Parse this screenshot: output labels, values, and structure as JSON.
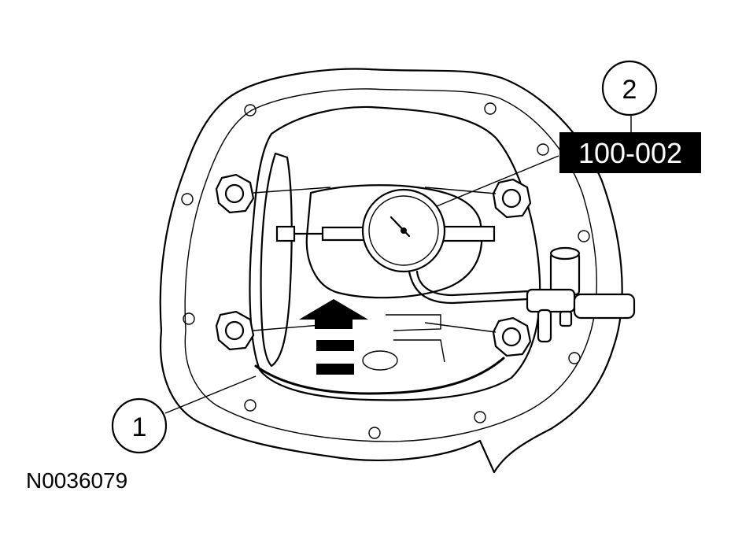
{
  "callouts": [
    {
      "number": "1"
    },
    {
      "number": "2"
    }
  ],
  "tool_label": "100-002",
  "figure_id": "N0036079"
}
